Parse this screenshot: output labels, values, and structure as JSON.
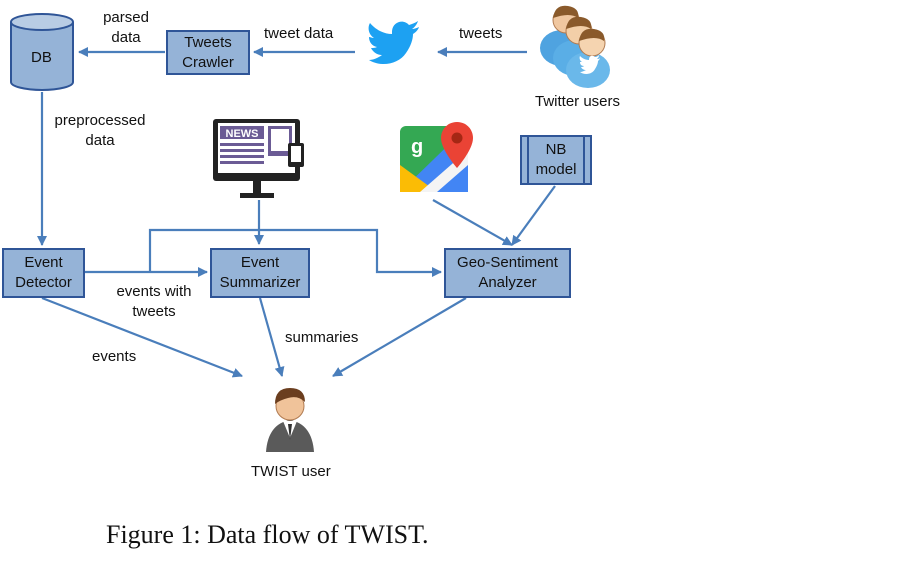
{
  "nodes": {
    "db": "DB",
    "tweets_crawler": [
      "Tweets",
      "Crawler"
    ],
    "event_detector": [
      "Event",
      "Detector"
    ],
    "event_summarizer": [
      "Event",
      "Summarizer"
    ],
    "geo_sentiment": [
      "Geo-Sentiment",
      "Analyzer"
    ],
    "nb_model": [
      "NB",
      "model"
    ],
    "twitter_users": "Twitter users",
    "twist_user": "TWIST user",
    "news_icon_text": "NEWS"
  },
  "edges": {
    "parsed_data": [
      "parsed",
      "data"
    ],
    "tweet_data": "tweet data",
    "tweets": "tweets",
    "preprocessed_data": [
      "preprocessed",
      "data"
    ],
    "events_with_tweets": [
      "events with",
      "tweets"
    ],
    "summaries": "summaries",
    "events": "events"
  },
  "caption": "Figure 1: Data flow of TWIST.",
  "colors": {
    "box_fill": "#95b3d7",
    "box_border": "#2f5597",
    "arrow": "#4a7ebb",
    "twitter_blue": "#1da1f2"
  }
}
